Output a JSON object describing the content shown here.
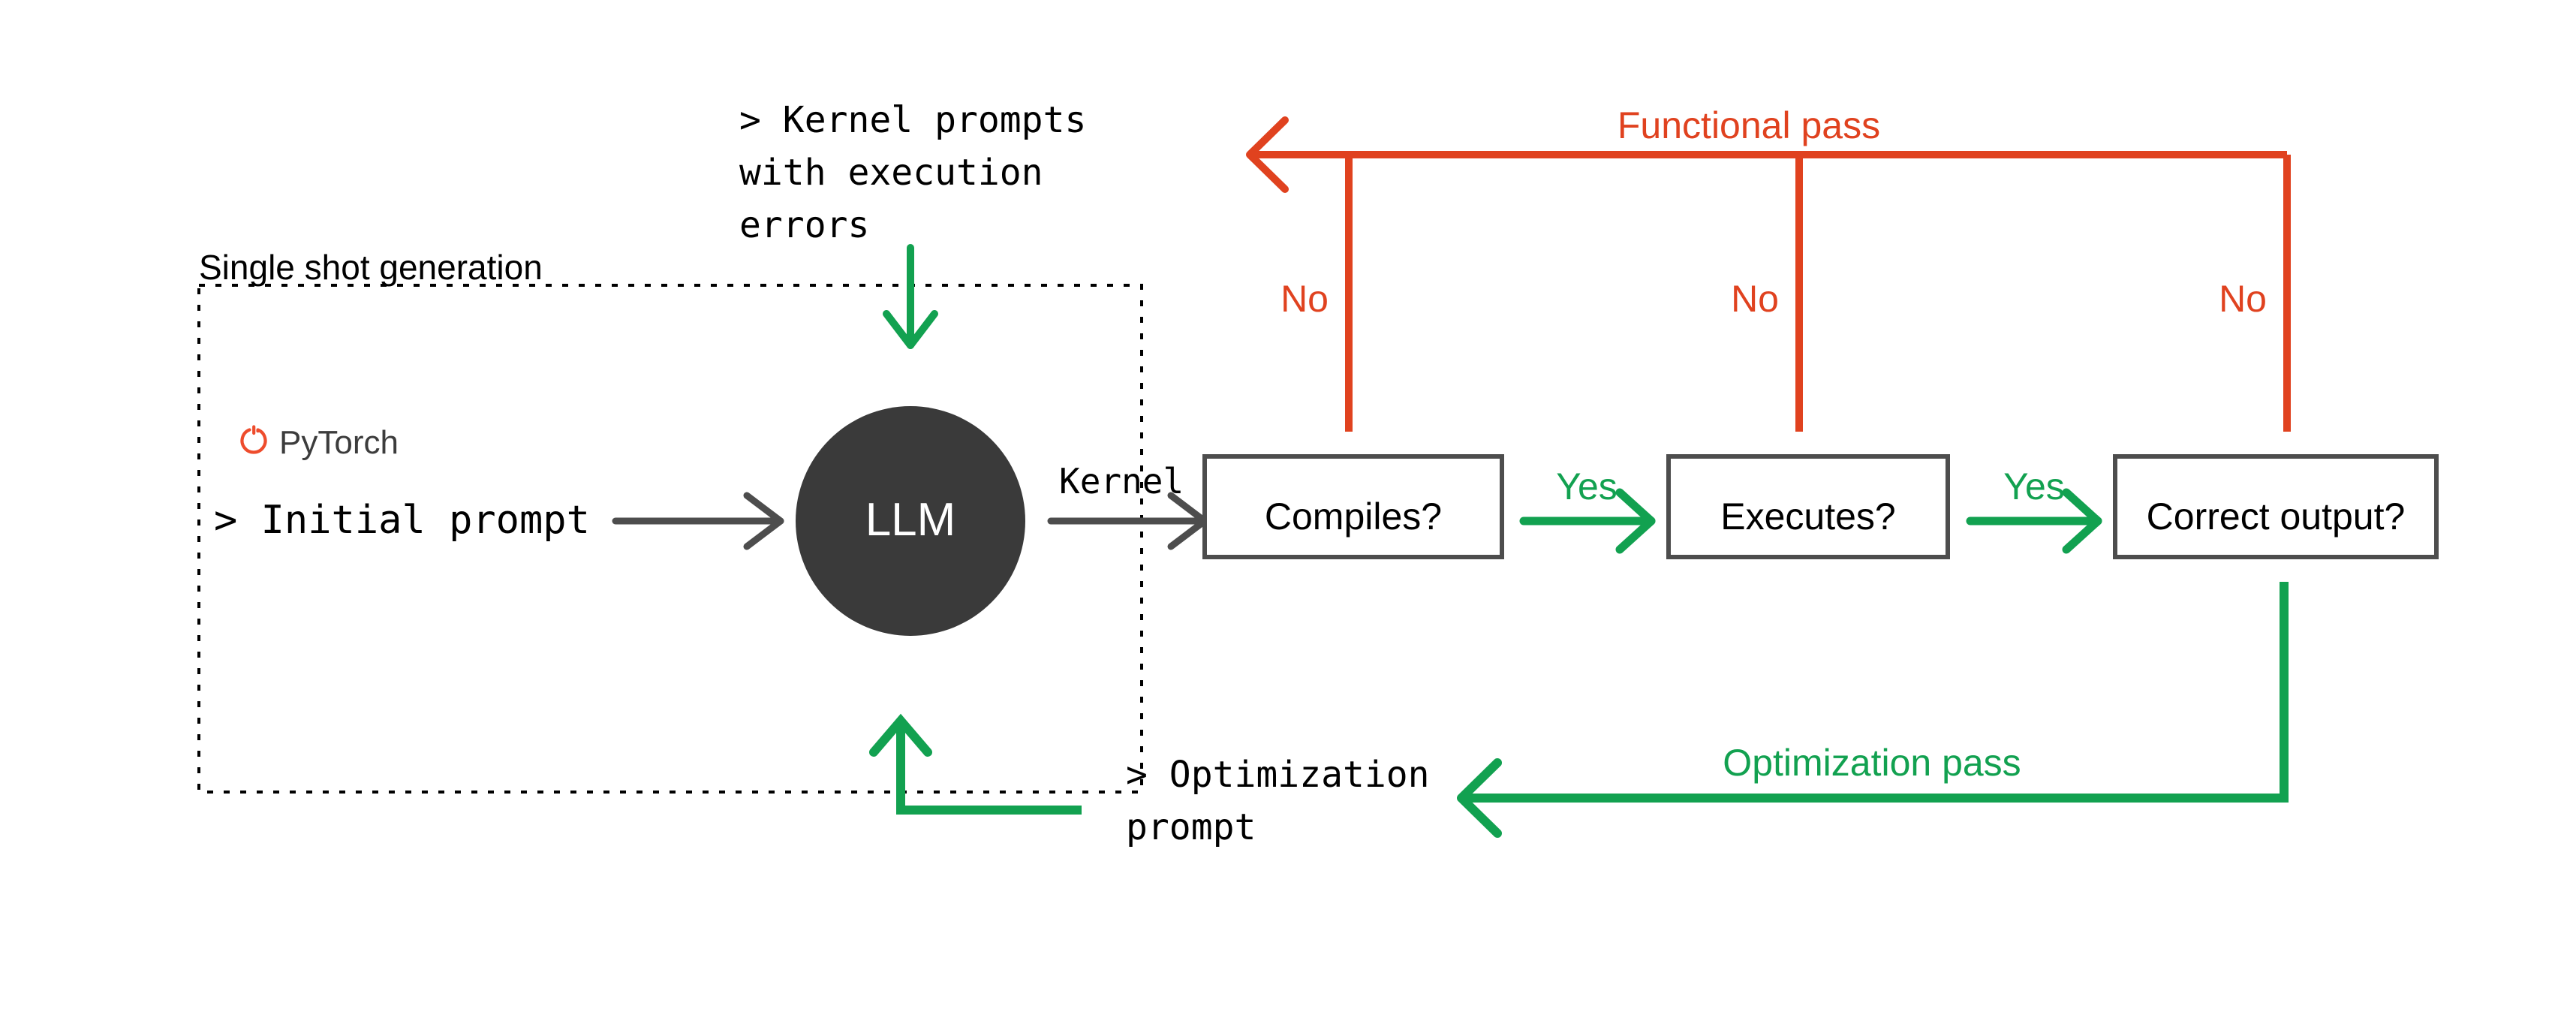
{
  "diagram": {
    "title": "LLM kernel generation and optimization feedback loop",
    "colors": {
      "red": "#E0421F",
      "green": "#12A150",
      "gray_arrow": "#4D4D4D",
      "box_border": "#4D4D4D",
      "llm_fill": "#3A3A3A",
      "llm_text": "#FFFFFF",
      "text": "#000000",
      "pytorch_orange": "#EE4C2C",
      "pytorch_text": "#3C3C3C",
      "background": "#FFFFFF"
    },
    "group": {
      "label": "Single shot generation",
      "border_style": "dotted"
    },
    "nodes": {
      "llm": {
        "label": "LLM"
      },
      "pytorch": {
        "label": "PyTorch",
        "icon": "pytorch-flame-icon"
      },
      "initial_prompt": {
        "label": "> Initial prompt"
      },
      "kernel_prompts": {
        "line1": "> Kernel prompts",
        "line2": "with execution",
        "line3": "errors"
      },
      "optimization_prompt": {
        "line1": "> Optimization",
        "line2": "prompt"
      }
    },
    "decision_boxes": [
      {
        "id": "compiles",
        "label": "Compiles?"
      },
      {
        "id": "executes",
        "label": "Executes?"
      },
      {
        "id": "correct-output",
        "label": "Correct output?"
      }
    ],
    "edge_labels": {
      "kernel": "Kernel",
      "yes_1": "Yes",
      "yes_2": "Yes",
      "no_1": "No",
      "no_2": "No",
      "no_3": "No",
      "functional_pass": "Functional pass",
      "optimization_pass": "Optimization pass"
    }
  }
}
